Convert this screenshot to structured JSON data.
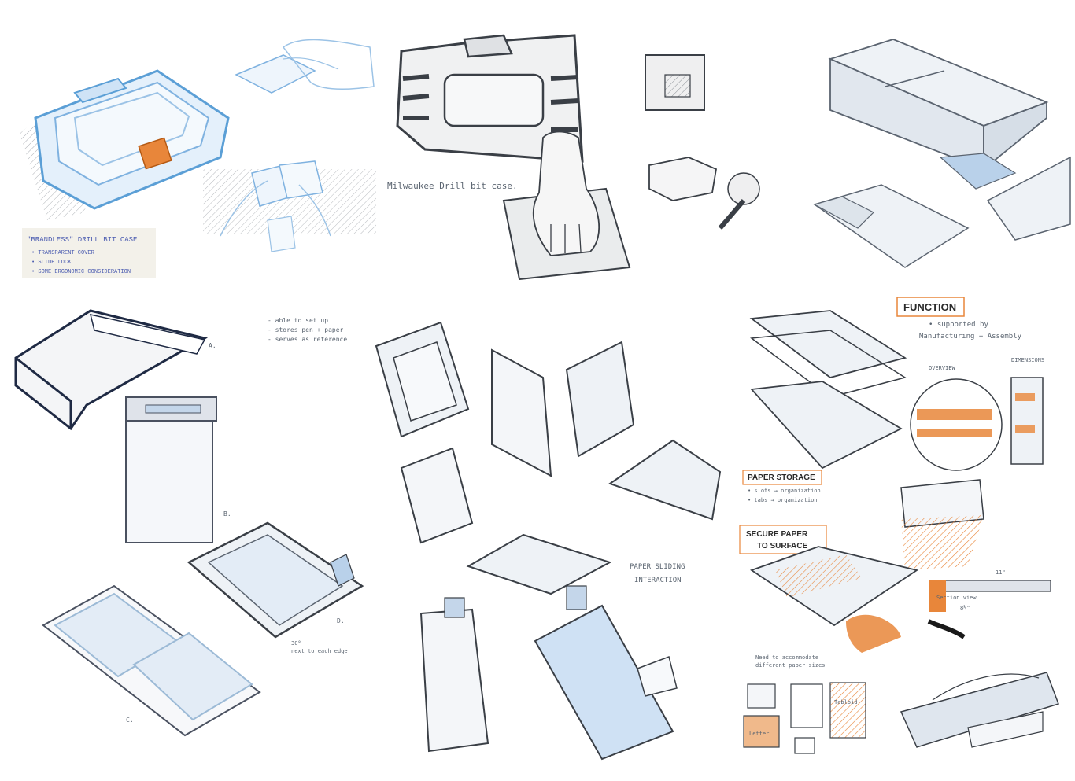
{
  "panels": {
    "drill_case": {
      "title": "\"BRANDLESS\" DRILL BIT CASE",
      "notes": [
        "• TRANSPARENT COVER",
        "• SLIDE LOCK",
        "• SOME ERGONOMIC CONSIDERATION"
      ]
    },
    "milwaukee": {
      "caption": "Milwaukee Drill bit case."
    },
    "clipboard": {
      "notes": [
        "- able to set up",
        "- stores pen + paper",
        "- serves as reference"
      ],
      "labels": [
        "A.",
        "B.",
        "C.",
        "D."
      ],
      "edge_note": [
        "30°",
        "next to each edge"
      ]
    },
    "paper_sliding": {
      "label": [
        "PAPER SLIDING",
        "INTERACTION"
      ]
    },
    "function": {
      "title": "FUNCTION",
      "note": [
        "• supported by",
        "Manufacturing + Assembly"
      ],
      "paper_storage": "PAPER STORAGE",
      "paper_storage_notes": [
        "• slots → organization",
        "• tabs → organization"
      ],
      "secure_paper": [
        "SECURE PAPER",
        "TO SURFACE"
      ],
      "accommodate": [
        "Need to accommodate",
        "different paper sizes"
      ],
      "tabloid": "Tabloid",
      "letter": "Letter",
      "section_view": "Section view",
      "dimension_label": "11\"",
      "fraction_label": "8½\"",
      "overview": "OVERVIEW",
      "dimensions": "DIMENSIONS"
    }
  },
  "colors": {
    "accent_blue": "#7fb2e0",
    "accent_orange": "#e8863a",
    "ink": "#3a3f46",
    "pale_blue": "#dce9f5"
  }
}
